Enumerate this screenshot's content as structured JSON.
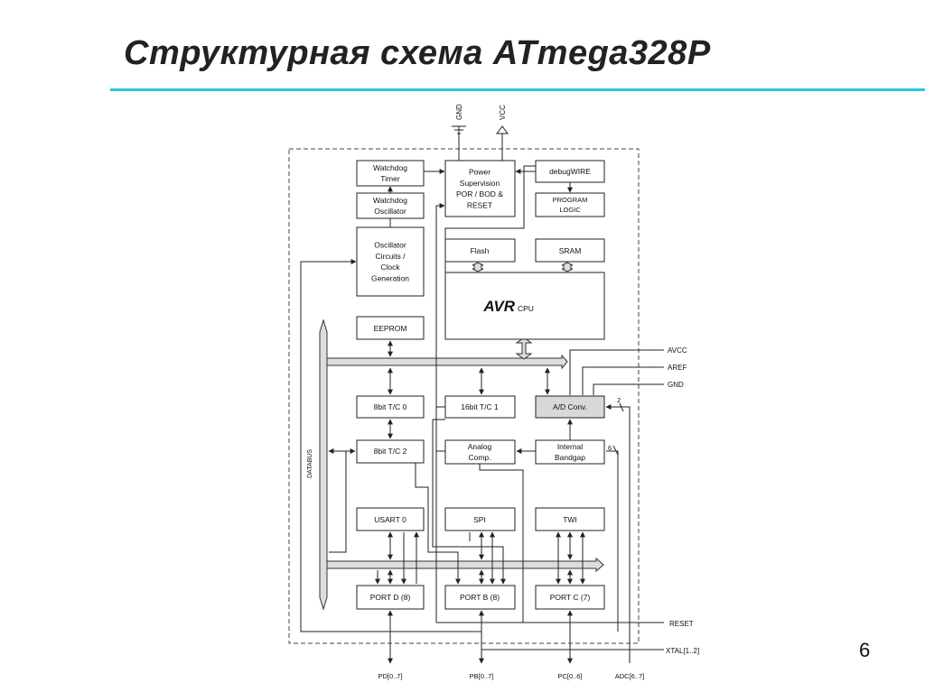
{
  "slide": {
    "title": "Структурная схема ATmega328P",
    "page_number": "6",
    "accent_color": "#1ec8e6"
  },
  "diagram": {
    "pins": {
      "gnd": "GND",
      "vcc": "VCC",
      "avcc": "AVCC",
      "aref": "AREF",
      "gnd2": "GND",
      "reset": "RESET",
      "xtal": "XTAL[1..2]",
      "pd": "PD[0..7]",
      "pb": "PB[0..7]",
      "pc": "PC[0..6]",
      "adc": "ADC[6..7]",
      "adc_count_2": "2",
      "bandgap_count_6": "6"
    },
    "databus_label": "DATABUS",
    "blocks": {
      "watchdog_timer": [
        "Watchdog",
        "Timer"
      ],
      "watchdog_osc": [
        "Watchdog",
        "Oscillator"
      ],
      "osc_circuits": [
        "Oscillator",
        "Circuits /",
        "Clock",
        "Generation"
      ],
      "power_supervision": [
        "Power",
        "Supervision",
        "POR / BOD &",
        "RESET"
      ],
      "debugwire": [
        "debugWIRE"
      ],
      "program_logic": [
        "PROGRAM",
        "LOGIC"
      ],
      "flash": [
        "Flash"
      ],
      "sram": [
        "SRAM"
      ],
      "cpu_logo": "AVR",
      "cpu_text": "CPU",
      "eeprom": [
        "EEPROM"
      ],
      "tc0": [
        "8bit T/C 0"
      ],
      "tc1": [
        "16bit T/C 1"
      ],
      "adc": [
        "A/D Conv."
      ],
      "tc2": [
        "8bit T/C 2"
      ],
      "analog_comp": [
        "Analog",
        "Comp."
      ],
      "bandgap": [
        "Internal",
        "Bandgap"
      ],
      "usart": [
        "USART 0"
      ],
      "spi": [
        "SPI"
      ],
      "twi": [
        "TWI"
      ],
      "portd": [
        "PORT D (8)"
      ],
      "portb": [
        "PORT B (8)"
      ],
      "portc": [
        "PORT C (7)"
      ]
    }
  }
}
